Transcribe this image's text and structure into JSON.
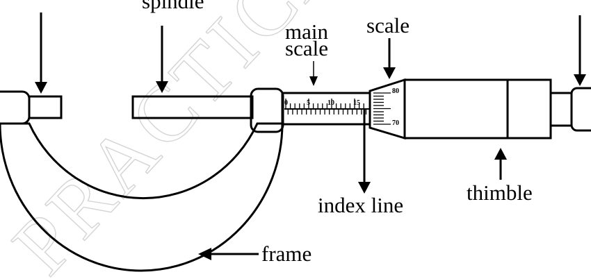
{
  "labels": {
    "spindle": "spindle",
    "main_line1": "main",
    "main_line2": "scale",
    "thimble_scale": "scale",
    "index_line": "index line",
    "thimble": "thimble",
    "frame": "frame"
  },
  "main_scale_ticks": [
    "0",
    "5",
    "10",
    "15"
  ],
  "thimble_ticks": [
    "80",
    "70"
  ],
  "watermark": "PRACTICAL PHYSICS"
}
